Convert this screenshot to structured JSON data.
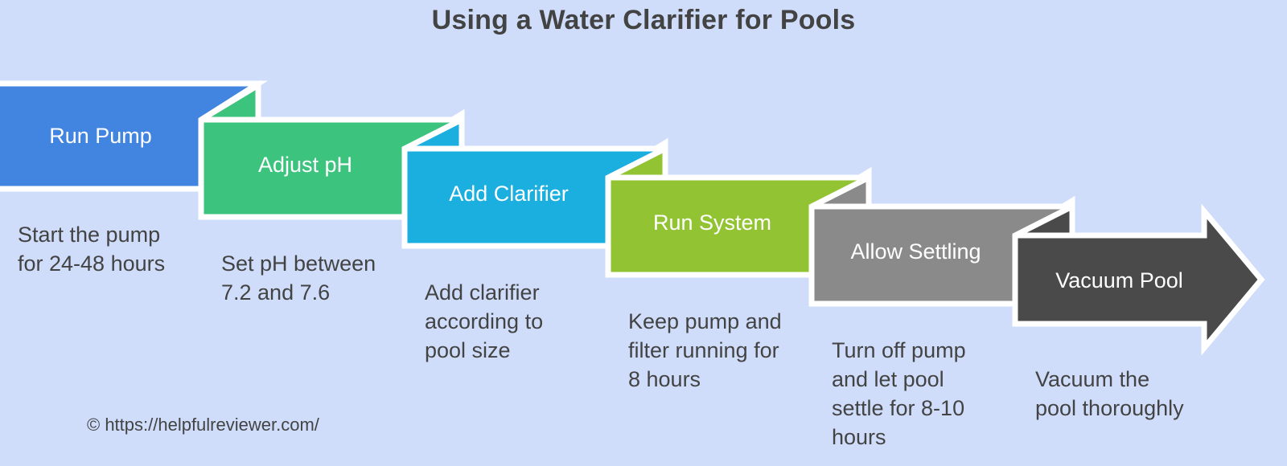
{
  "title": "Using a Water Clarifier for Pools",
  "attribution": "© https://helpfulreviewer.com/",
  "colors": {
    "background": "#cfddfb",
    "title_text": "#434343",
    "caption_text": "#434343",
    "label_text": "#ffffff",
    "outline": "#ffffff"
  },
  "chart_data": {
    "type": "diagram",
    "diagram_style": "chevron-process-flow-descending",
    "title": "Using a Water Clarifier for Pools",
    "step_count": 6,
    "steps": [
      {
        "index": 1,
        "label": "Run Pump",
        "caption": "Start the pump for 24-48 hours",
        "color": "#4285e0"
      },
      {
        "index": 2,
        "label": "Adjust pH",
        "caption": "Set pH between 7.2 and 7.6",
        "color": "#3cc37e"
      },
      {
        "index": 3,
        "label": "Add Clarifier",
        "caption": "Add clarifier according to pool size",
        "color": "#1bafe0"
      },
      {
        "index": 4,
        "label": "Run System",
        "caption": "Keep pump and filter running for 8 hours",
        "color": "#92c332"
      },
      {
        "index": 5,
        "label": "Allow Settling",
        "caption": "Turn off pump and let pool settle for 8-10 hours",
        "color": "#8a8a8a"
      },
      {
        "index": 6,
        "label": "Vacuum Pool",
        "caption": "Vacuum the pool thoroughly",
        "color": "#4a4a4a"
      }
    ]
  },
  "steps": [
    {
      "label": "Run Pump",
      "caption_lines": [
        "Start the pump",
        "for 24-48 hours"
      ],
      "color": "#4285e0"
    },
    {
      "label": "Adjust pH",
      "caption_lines": [
        "Set pH between",
        "7.2 and 7.6"
      ],
      "color": "#3cc37e"
    },
    {
      "label": "Add Clarifier",
      "caption_lines": [
        "Add clarifier",
        "according to",
        "pool size"
      ],
      "color": "#1bafe0"
    },
    {
      "label": "Run System",
      "caption_lines": [
        "Keep pump and",
        "filter running for",
        "8 hours"
      ],
      "color": "#92c332"
    },
    {
      "label": "Allow Settling",
      "caption_lines": [
        "Turn off pump",
        "and let pool",
        "settle for 8-10",
        "hours"
      ],
      "color": "#8a8a8a"
    },
    {
      "label": "Vacuum Pool",
      "caption_lines": [
        "Vacuum the",
        "pool thoroughly"
      ],
      "color": "#4a4a4a"
    }
  ]
}
